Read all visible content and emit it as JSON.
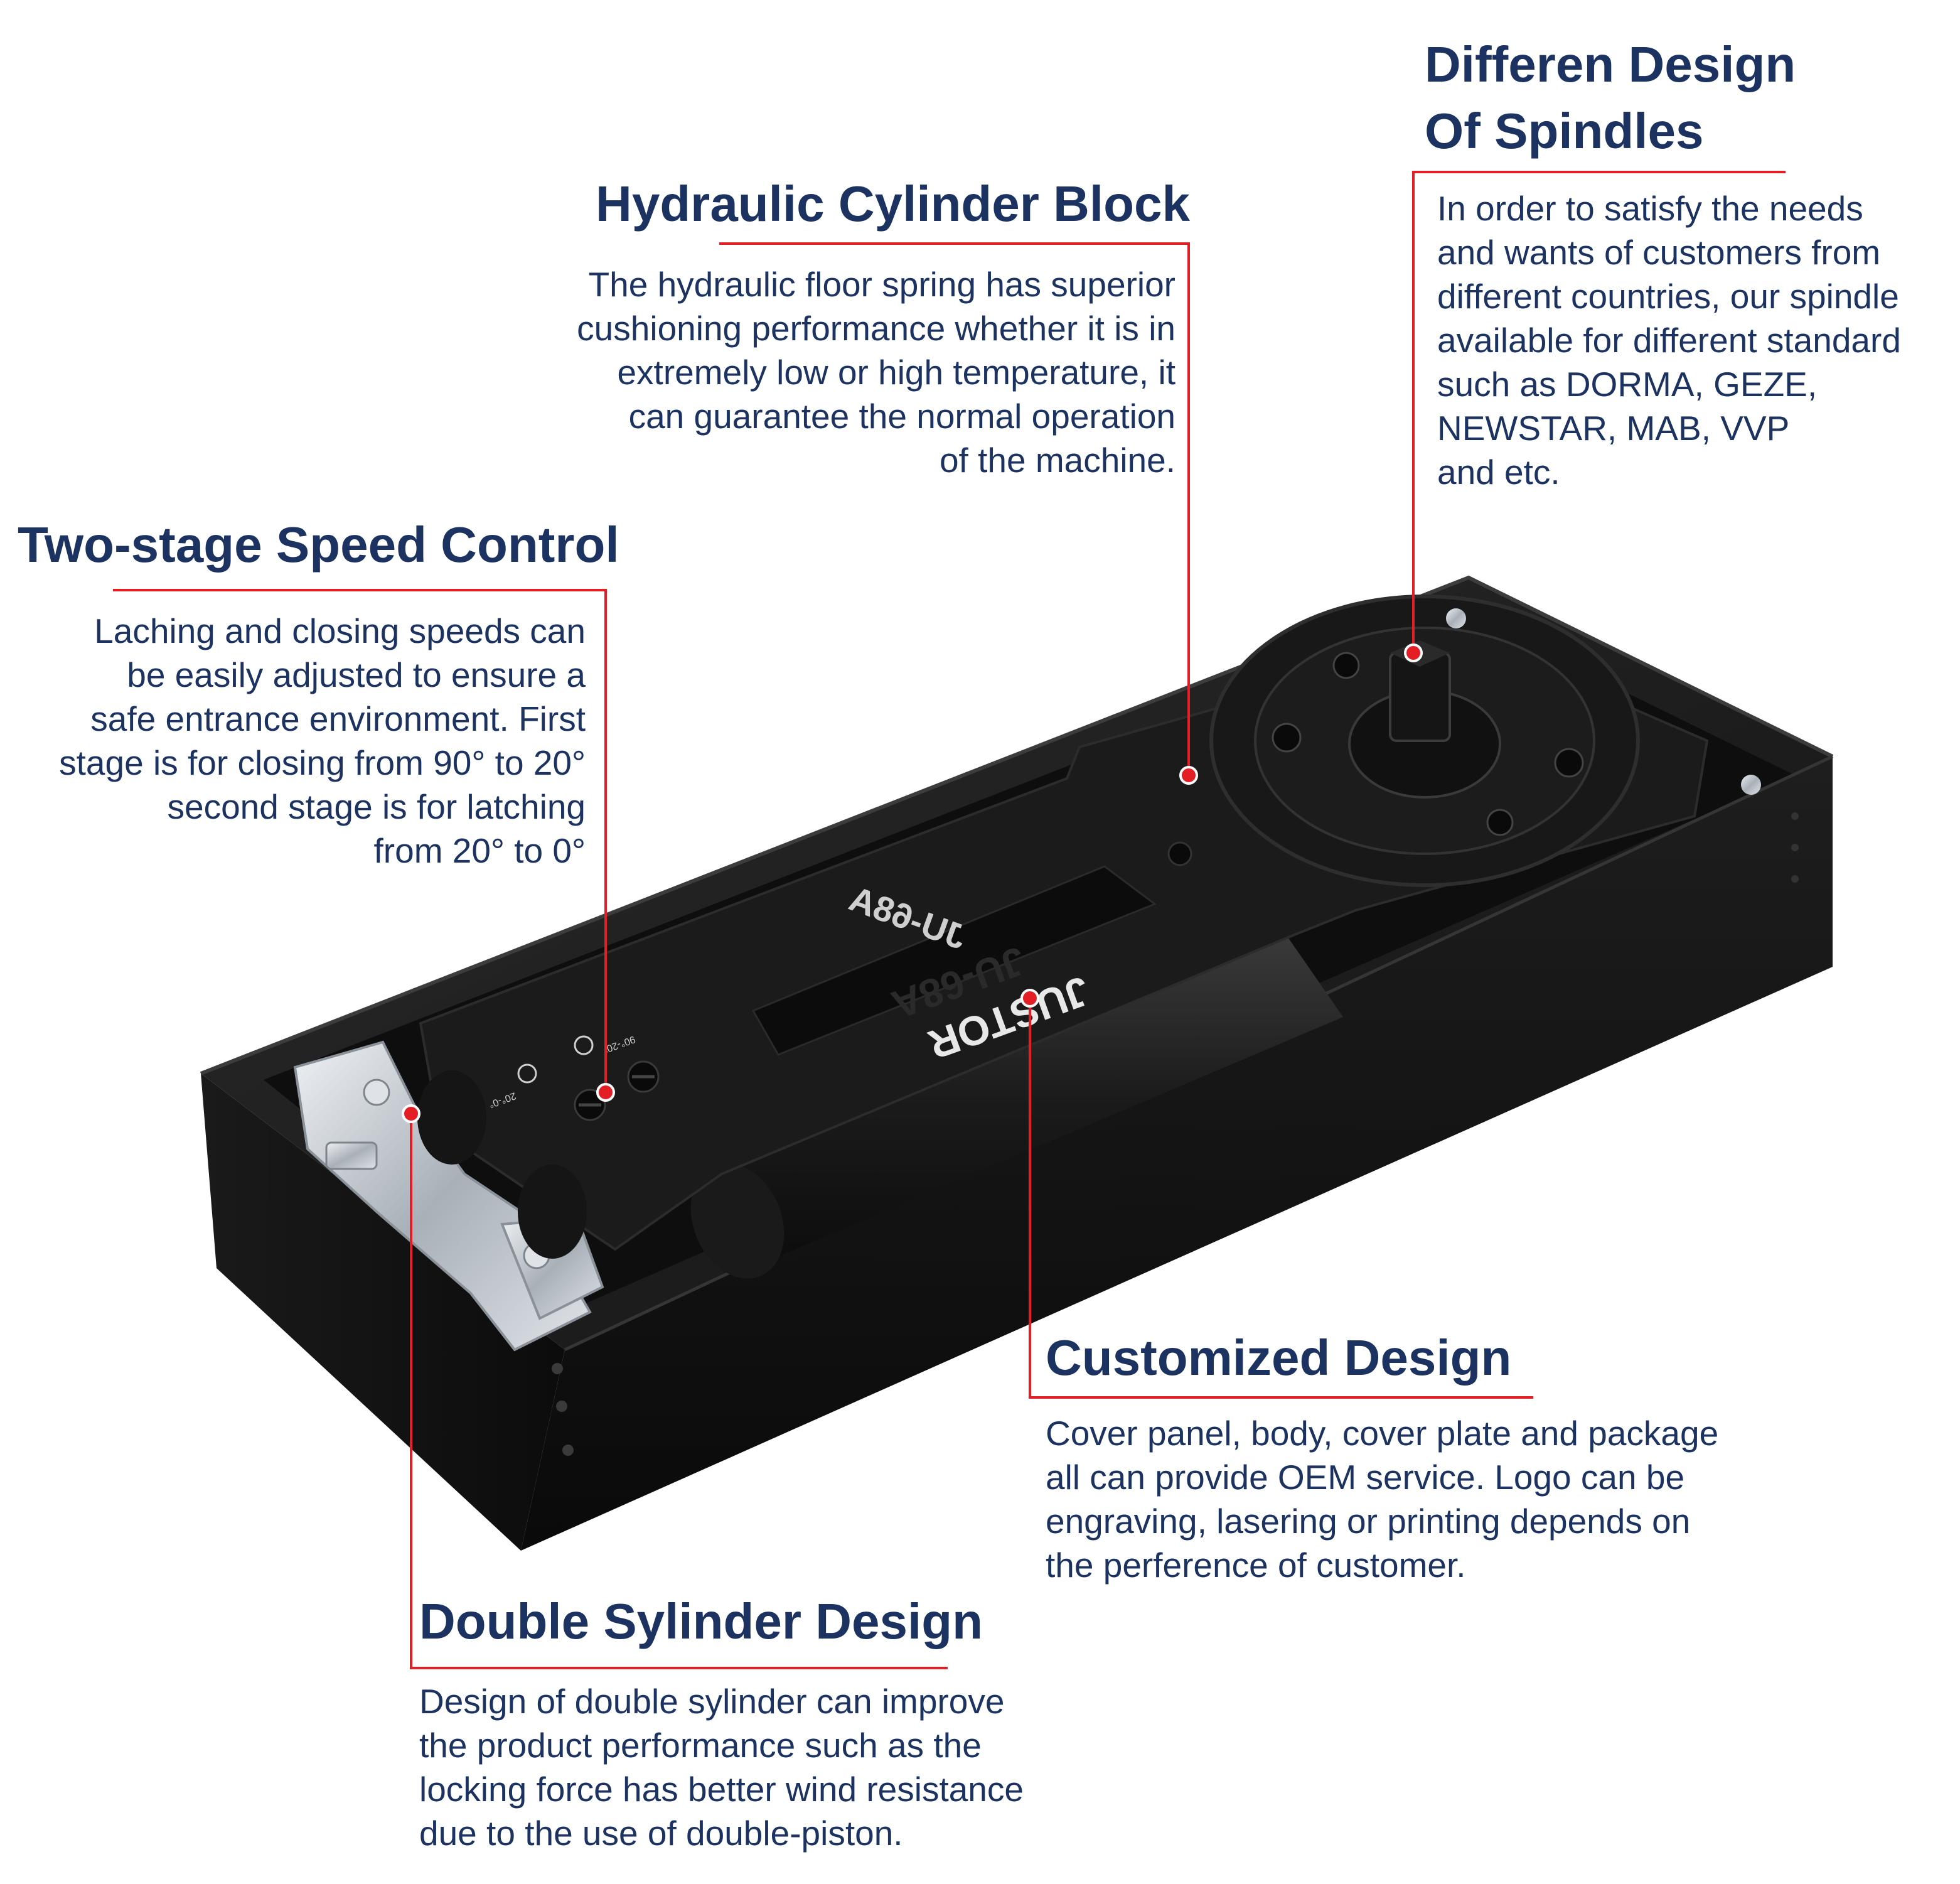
{
  "callouts": {
    "spindles": {
      "title_lines": [
        "Differen Design",
        "Of Spindles"
      ],
      "body_lines": [
        "In order to satisfy the needs",
        "and wants of customers from",
        "different countries, our spindle",
        "available for different standard",
        "such as DORMA, GEZE,",
        "NEWSTAR, MAB, VVP",
        "and etc."
      ]
    },
    "cylinder_block": {
      "title": "Hydraulic Cylinder Block",
      "body_lines": [
        "The hydraulic floor spring has superior",
        "cushioning performance whether it is in",
        "extremely low or high temperature, it",
        "can guarantee the normal operation",
        "of the machine."
      ]
    },
    "speed_control": {
      "title": "Two-stage Speed Control",
      "body_lines": [
        "Laching and closing speeds can",
        "be easily adjusted to ensure a",
        "safe entrance environment. First",
        "stage is for closing from 90° to 20°",
        "second stage is for latching",
        "from 20° to 0°"
      ]
    },
    "customized": {
      "title": "Customized Design",
      "body_lines": [
        "Cover panel, body, cover plate and package",
        "all can provide OEM service. Logo can be",
        "engraving, lasering or printing depends on",
        "the perference of customer."
      ]
    },
    "double_cylinder": {
      "title": "Double Sylinder Design",
      "body_lines": [
        "Design of double sylinder can improve",
        "the product performance such as the",
        "locking force has better wind resistance",
        "due to the use of double-piston."
      ]
    }
  },
  "product": {
    "model_label": "JU-68A",
    "brand_label": "JUSTOR",
    "dial_label_1": "20°-0°",
    "dial_label_2": "90°-20°"
  },
  "colors": {
    "title": "#1c3260",
    "text": "#1c3260",
    "leader_line": "#e31e24",
    "body_dark": "#141414",
    "body_mid": "#2a2a2a"
  }
}
